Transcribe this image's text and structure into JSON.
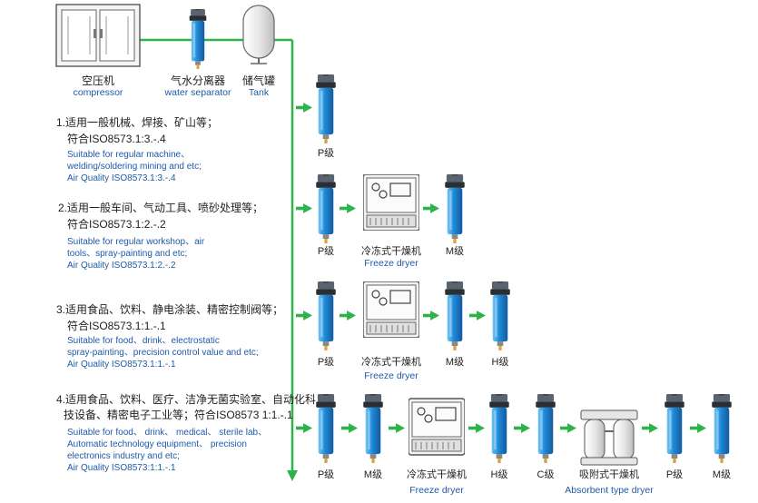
{
  "sources": {
    "compressor": {
      "cn": "空压机",
      "en": "compressor"
    },
    "water_separator": {
      "cn": "气水分离器",
      "en": "water separator"
    },
    "tank": {
      "cn": "储气罐",
      "en": "Tank"
    }
  },
  "levels": [
    {
      "cn_line1": "1.适用一般机械、焊接、矿山等；",
      "cn_line2": "符合ISO8573.1:3.-.4",
      "en_line1": "Suitable for regular machine、",
      "en_line2": "welding/soldering mining and etc;",
      "en_line3": "Air Quality ISO8573.1:3.-.4",
      "components": [
        "P级"
      ]
    },
    {
      "cn_line1": "2.适用一般车间、气动工具、喷砂处理等；",
      "cn_line2": "符合ISO8573.1:2.-.2",
      "en_line1": "Suitable for regular workshop、air",
      "en_line2": "tools、spray-painting  and etc;",
      "en_line3": "Air Quality ISO8573.1:2.-.2",
      "components": [
        "P级",
        "冷冻式干燥机",
        "M级"
      ],
      "dryer_en": "Freeze dryer"
    },
    {
      "cn_line1": "3.适用食品、饮料、静电涂装、精密控制阀等；",
      "cn_line2": "符合ISO8573.1:1.-.1",
      "en_line1": "Suitable for food、drink、electrostatic",
      "en_line2": "spray-painting、precision control value and etc;",
      "en_line3": "Air Quality ISO8573.1:1.-.1",
      "components": [
        "P级",
        "冷冻式干燥机",
        "M级",
        "H级"
      ],
      "dryer_en": "Freeze dryer"
    },
    {
      "cn_line1": "4.适用食品、饮料、医疗、洁净无菌实验室、自动化科",
      "cn_line2": "技设备、精密电子工业等；符合ISO8573 1:1.-.1",
      "en_line1": "Suitable for food、 drink、 medical、 sterile lab、",
      "en_line2": "Automatic technology equipment、 precision",
      "en_line3": "electronics industry and etc;",
      "en_line4": "Air Quality ISO8573:1:1.-.1",
      "components": [
        "P级",
        "M级",
        "冷冻式干燥机",
        "H级",
        "C级",
        "吸附式干燥机",
        "P级",
        "M级"
      ],
      "dryer_en": "Freeze dryer",
      "absorbent_en": "Absorbent type dryer"
    }
  ],
  "colors": {
    "pipe": "#2db34a",
    "filter_blue": "#1e88d8",
    "filter_dark": "#145a9c",
    "text_blue": "#1e5aa8"
  }
}
